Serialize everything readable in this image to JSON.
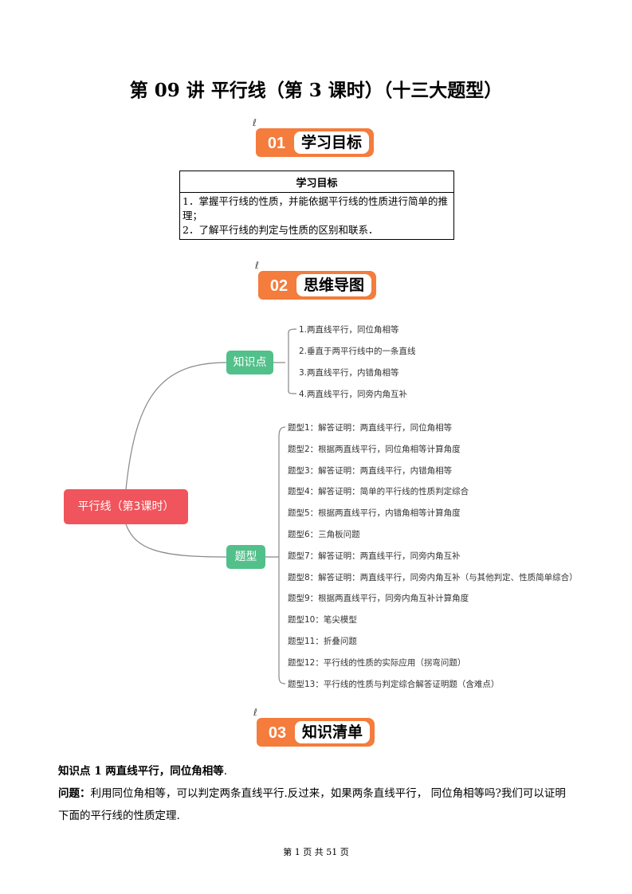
{
  "title": "第 09 讲  平行线（第 3 课时）（十三大题型）",
  "sections": [
    {
      "num": "01",
      "label": "学习目标"
    },
    {
      "num": "02",
      "label": "思维导图"
    },
    {
      "num": "03",
      "label": "知识清单"
    }
  ],
  "goals": {
    "header": "学习目标",
    "items": [
      "1．掌握平行线的性质，并能依据平行线的性质进行简单的推理；",
      "2．了解平行线的判定与性质的区别和联系．"
    ]
  },
  "mindmap": {
    "root": "平行线（第3课时）",
    "knowledge": {
      "label": "知识点",
      "items": [
        "1.两直线平行，同位角相等",
        "2.垂直于两平行线中的一条直线",
        "3.两直线平行，内错角相等",
        "4.两直线平行，同旁内角互补"
      ]
    },
    "types": {
      "label": "题型",
      "items": [
        "题型1：解答证明：两直线平行，同位角相等",
        "题型2：根据两直线平行，同位角相等计算角度",
        "题型3：解答证明：两直线平行，内错角相等",
        "题型4：解答证明：简单的平行线的性质判定综合",
        "题型5：根据两直线平行，内错角相等计算角度",
        "题型6：三角板问题",
        "题型7：解答证明：两直线平行，同旁内角互补",
        "题型8：解答证明：两直线平行，同旁内角互补（与其他判定、性质简单综合）",
        "题型9：根据两直线平行，同旁内角互补计算角度",
        "题型10：笔尖模型",
        "题型11：折叠问题",
        "题型12：平行线的性质的实际应用（拐弯问题）",
        "题型13：平行线的性质与判定综合解答证明题（含难点）"
      ]
    }
  },
  "knowledge1": {
    "heading": "知识点 1  两直线平行，同位角相等",
    "heading_tail": ".",
    "question_label": "问题：",
    "question_text": "利用同位角相等，可以判定两条直线平行.反过来，如果两条直线平行，  同位角相等吗?我们可以证明下面的平行线的性质定理."
  },
  "footer": "第  1  页  共  51  页",
  "colors": {
    "accent": "#f47c3c",
    "root": "#f0545c",
    "node": "#52c08a"
  }
}
